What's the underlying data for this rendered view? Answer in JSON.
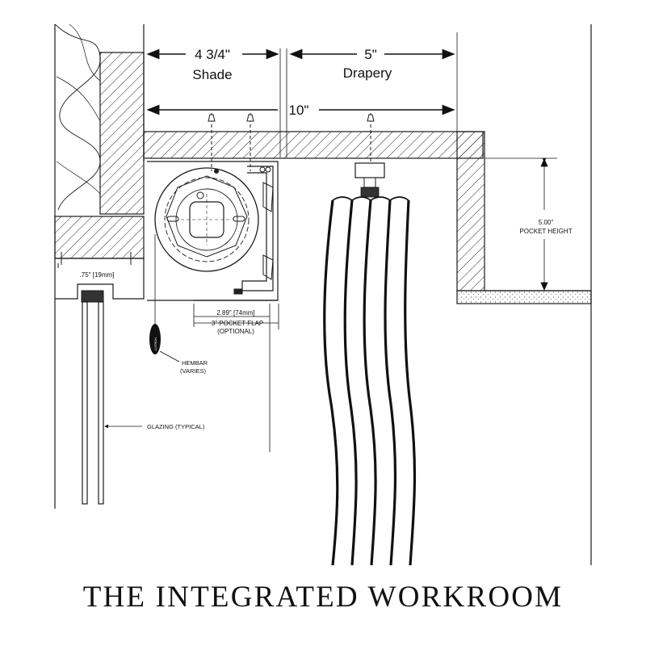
{
  "dimensions": {
    "shade_width": "4 3/4\"",
    "shade_label": "Shade",
    "drapery_width": "5\"",
    "drapery_label": "Drapery",
    "total_width": "10\"",
    "pocket_height": "5.00\"",
    "pocket_height_label": "POCKET HEIGHT",
    "frame_offset": ".75\" [19mm]",
    "flap_width": "2.89\" [74mm]",
    "flap_label_1": "3\" POCKET FLAP",
    "flap_label_2": "(OPTIONAL)"
  },
  "callouts": {
    "hembar_1": "HEMBAR",
    "hembar_2": "(VARIES)",
    "glazing": "GLAZING (TYPICAL)",
    "hembar_brand": "LUTRON"
  },
  "footer": {
    "title": "THE INTEGRATED WORKROOM"
  },
  "colors": {
    "line": "#1a1a1a",
    "background": "#ffffff"
  }
}
